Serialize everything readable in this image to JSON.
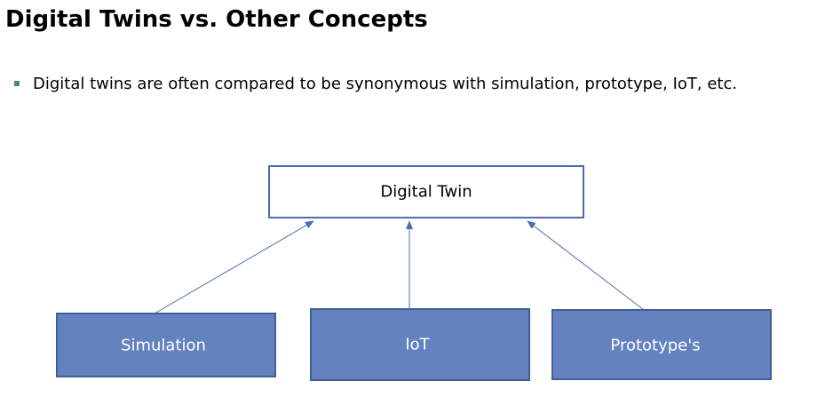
{
  "title": "Digital Twins vs. Other Concepts",
  "bullet": "Digital twins are often compared to be synonymous with simulation, prototype, IoT, etc.",
  "diagram": {
    "center_node": "Digital Twin",
    "source_nodes": [
      "Simulation",
      "IoT",
      "Prototype's"
    ]
  },
  "colors": {
    "node_fill": "#6382bf",
    "node_border": "#3f5f96",
    "arrow": "#4a6fb0",
    "center_border": "#4a6fb0",
    "bullet": "#4f8a5f"
  }
}
